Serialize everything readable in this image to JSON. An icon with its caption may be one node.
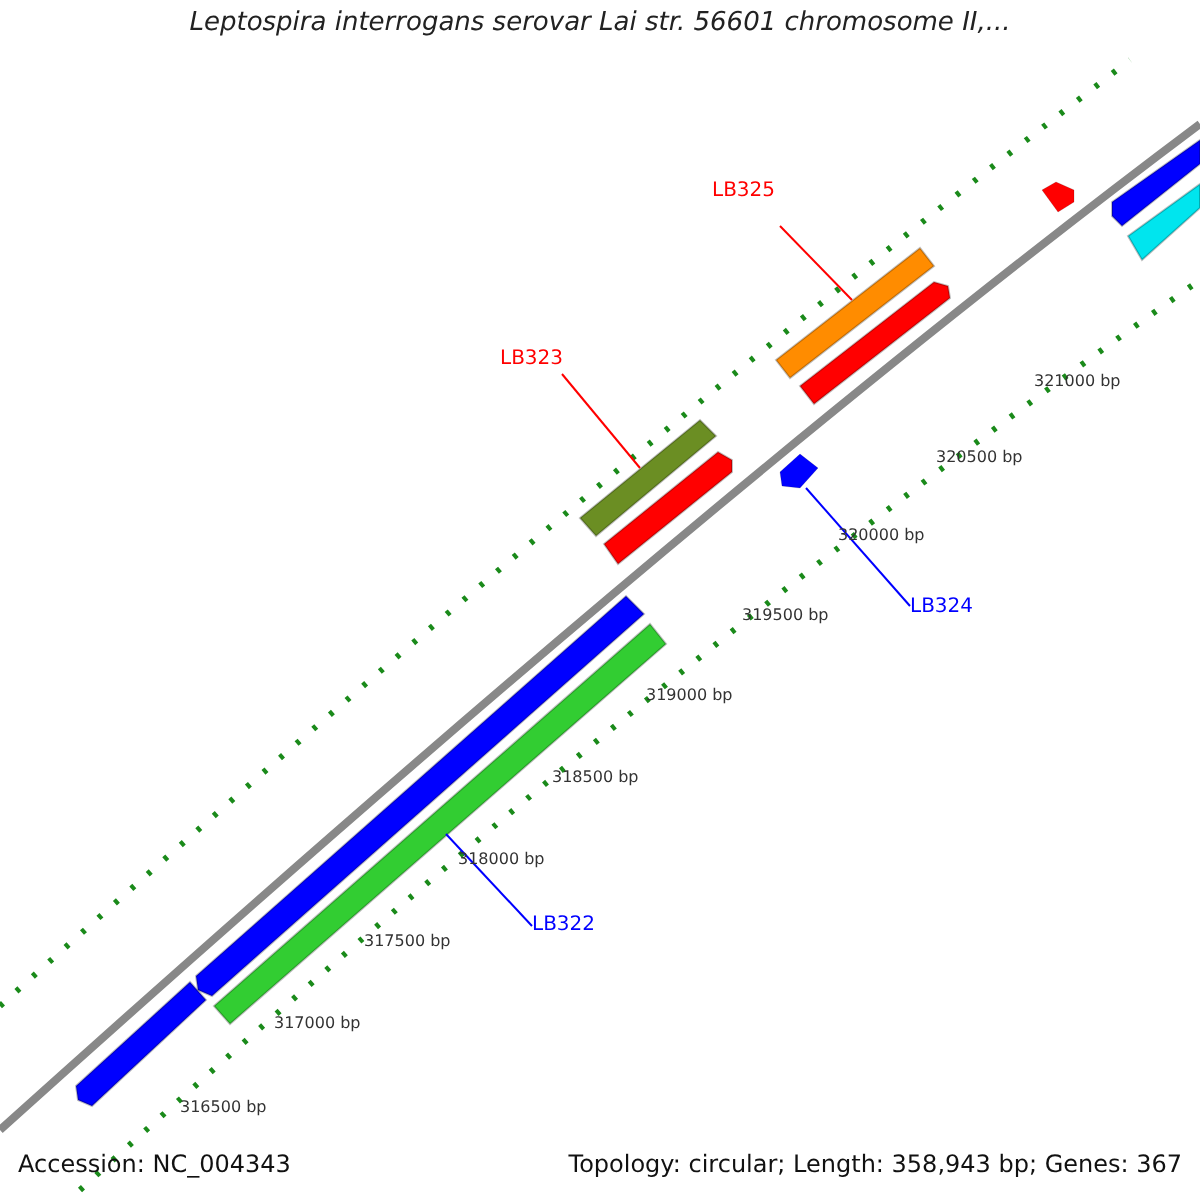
{
  "diagram": {
    "title": "Leptospira interrogans serovar Lai str. 56601 chromosome II,...",
    "nodes": [
      {
        "text": [
          "LB325"
        ]
      },
      {
        "text": [],
        "shape": "bar"
      },
      {
        "text": [],
        "shape": "bar"
      },
      {
        "text": [],
        "shape": "pentagon"
      },
      {
        "text": [],
        "shape": "bar"
      },
      {
        "text": [],
        "shape": "bar"
      },
      {
        "text": [
          "LB323"
        ]
      },
      {
        "text": [],
        "shape": "bar"
      },
      {
        "text": [],
        "shape": "bar"
      },
      {
        "text": [],
        "shape": "pentagon"
      },
      {
        "text": [
          "LB324"
        ]
      },
      {
        "text": [
          "LB322"
        ]
      },
      {
        "text": [],
        "shape": "bar"
      },
      {
        "text": [],
        "shape": "bar"
      },
      {
        "text": [],
        "shape": "bar"
      }
    ],
    "edges": [
      {
        "from": 0,
        "to": 1,
        "arrow": "none",
        "color": "#ff0000"
      },
      {
        "from": 6,
        "to": 7,
        "arrow": "none",
        "color": "#ff0000"
      },
      {
        "from": 10,
        "to": 9,
        "arrow": "none",
        "color": "#0000ff"
      },
      {
        "from": 11,
        "to": 13,
        "arrow": "none",
        "color": "#0000ff"
      }
    ],
    "labels": [
      "321000 bp",
      "320500 bp",
      "320000 bp",
      "319500 bp",
      "319000 bp",
      "318500 bp",
      "318000 bp",
      "317500 bp",
      "317000 bp",
      "316500 bp",
      "Accession: NC_004343",
      "Topology: circular; Length: 358,943 bp; Genes: 367"
    ]
  }
}
